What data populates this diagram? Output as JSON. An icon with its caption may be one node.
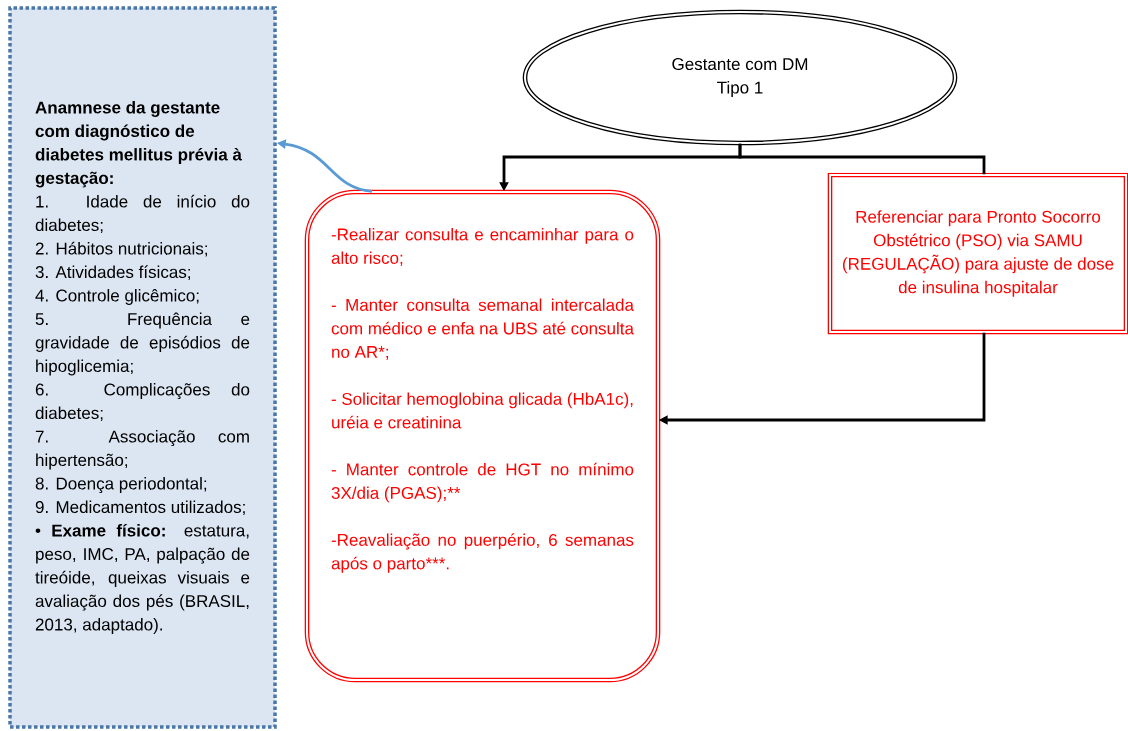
{
  "diagram": {
    "nodes": [
      {
        "text": [
          "Anamnese da gestante com diagnóstico de diabetes mellitus prévia à gestação:",
          "1. Idade de início do diabetes;",
          "2. Hábitos nutricionais;",
          "3. Atividades físicas;",
          "4. Controle glicêmico;",
          "5. Frequência e gravidade de episódios de hipoglicemia;",
          "6. Complicações do diabetes;",
          "7. Associação com hipertensão;",
          "8. Doença periodontal;",
          "9. Medicamentos utilizados;",
          "• **Exame físico:** estatura, peso, IMC, PA, palpação de tireóide, queixas visuais e avaliação dos pés (BRASIL, 2013, adaptado)."
        ]
      },
      {
        "text": [
          "Gestante com DM Tipo 1"
        ]
      },
      {
        "text": [
          "-Realizar consulta e encaminhar para o alto risco;",
          "- Manter consulta semanal intercalada com médico e enfa na UBS até consulta no AR*;",
          "- Solicitar hemoglobina glicada (HbA1c), uréia e creatinina",
          "- Manter controle de HGT  no mínimo 3X/dia (PGAS);**",
          "-Reavaliação no puerpério, 6 semanas após o parto***."
        ]
      },
      {
        "text": [
          "Referenciar para Pronto Socorro Obstétrico (PSO) via SAMU (REGULAÇÃO) para ajuste de dose de insulina hospitalar"
        ]
      }
    ],
    "edges": [
      {
        "from": 1,
        "to": 2,
        "arrow": "to"
      },
      {
        "from": 1,
        "to": 3,
        "arrow": "none"
      },
      {
        "from": 3,
        "to": 2,
        "arrow": "to"
      },
      {
        "from": 2,
        "to": 0,
        "arrow": "to",
        "color": "#5b9bd5"
      }
    ]
  }
}
